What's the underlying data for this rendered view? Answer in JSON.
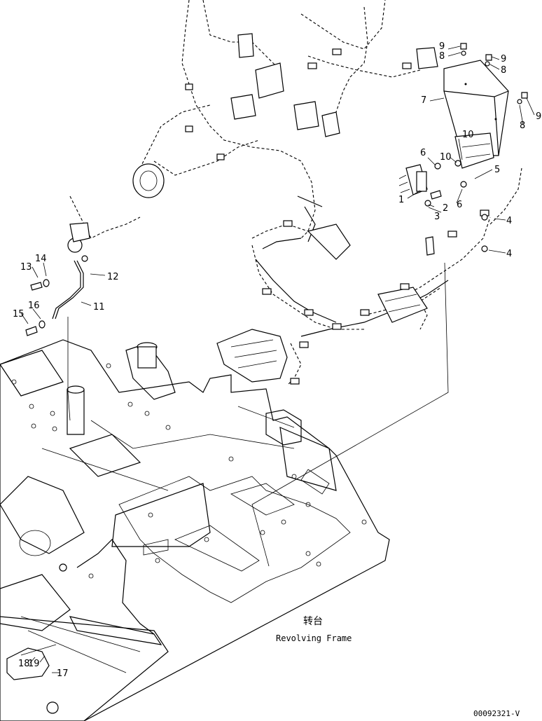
{
  "callouts": [
    {
      "id": "c1",
      "text": "1"
    },
    {
      "id": "c2",
      "text": "2"
    },
    {
      "id": "c3",
      "text": "3"
    },
    {
      "id": "c4a",
      "text": "4"
    },
    {
      "id": "c4b",
      "text": "4"
    },
    {
      "id": "c5",
      "text": "5"
    },
    {
      "id": "c6a",
      "text": "6"
    },
    {
      "id": "c6b",
      "text": "6"
    },
    {
      "id": "c7",
      "text": "7"
    },
    {
      "id": "c8a",
      "text": "8"
    },
    {
      "id": "c8b",
      "text": "8"
    },
    {
      "id": "c8c",
      "text": "8"
    },
    {
      "id": "c9a",
      "text": "9"
    },
    {
      "id": "c9b",
      "text": "9"
    },
    {
      "id": "c9c",
      "text": "9"
    },
    {
      "id": "c10a",
      "text": "10"
    },
    {
      "id": "c10b",
      "text": "10"
    },
    {
      "id": "c11",
      "text": "11"
    },
    {
      "id": "c12",
      "text": "12"
    },
    {
      "id": "c13",
      "text": "13"
    },
    {
      "id": "c14",
      "text": "14"
    },
    {
      "id": "c15",
      "text": "15"
    },
    {
      "id": "c16",
      "text": "16"
    },
    {
      "id": "c17",
      "text": "17"
    },
    {
      "id": "c18",
      "text": "18"
    },
    {
      "id": "c19",
      "text": "19"
    }
  ],
  "caption": {
    "chinese": "转台",
    "english": "Revolving Frame"
  },
  "document_id": "00092321-V"
}
